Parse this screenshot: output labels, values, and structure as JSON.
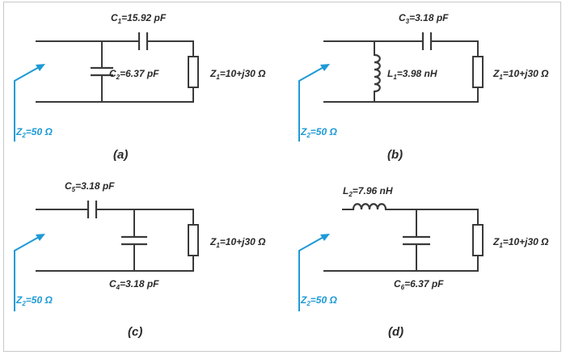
{
  "colors": {
    "wire": "#3a3a3a",
    "arrow": "#1e9ad6",
    "frame": "#c8c8c8"
  },
  "subscript_1": "1",
  "subscript_2": "2",
  "panels": {
    "a": {
      "caption": "(a)",
      "series_cap": {
        "sym": "C",
        "sub": "1",
        "val": "=15.92 pF"
      },
      "shunt": {
        "sym": "C",
        "sub": "2",
        "val": "=6.37 pF"
      },
      "load": {
        "sym": "Z",
        "sub": "1",
        "val": "=10+j30 Ω"
      },
      "source": {
        "sym": "Z",
        "sub": "2",
        "val": "=50 Ω"
      }
    },
    "b": {
      "caption": "(b)",
      "series_cap": {
        "sym": "C",
        "sub": "3",
        "val": "=3.18 pF"
      },
      "shunt": {
        "sym": "L",
        "sub": "1",
        "val": "=3.98 nH"
      },
      "load": {
        "sym": "Z",
        "sub": "1",
        "val": "=10+j30 Ω"
      },
      "source": {
        "sym": "Z",
        "sub": "2",
        "val": "=50 Ω"
      }
    },
    "c": {
      "caption": "(c)",
      "series_cap": {
        "sym": "C",
        "sub": "5",
        "val": "=3.18 pF"
      },
      "shunt": {
        "sym": "C",
        "sub": "4",
        "val": "=3.18 pF"
      },
      "load": {
        "sym": "Z",
        "sub": "1",
        "val": "=10+j30 Ω"
      },
      "source": {
        "sym": "Z",
        "sub": "2",
        "val": "=50 Ω"
      }
    },
    "d": {
      "caption": "(d)",
      "series_ind": {
        "sym": "L",
        "sub": "2",
        "val": "=7.96 nH"
      },
      "shunt": {
        "sym": "C",
        "sub": "6",
        "val": "=6.37 pF"
      },
      "load": {
        "sym": "Z",
        "sub": "1",
        "val": "=10+j30 Ω"
      },
      "source": {
        "sym": "Z",
        "sub": "2",
        "val": "=50 Ω"
      }
    }
  }
}
